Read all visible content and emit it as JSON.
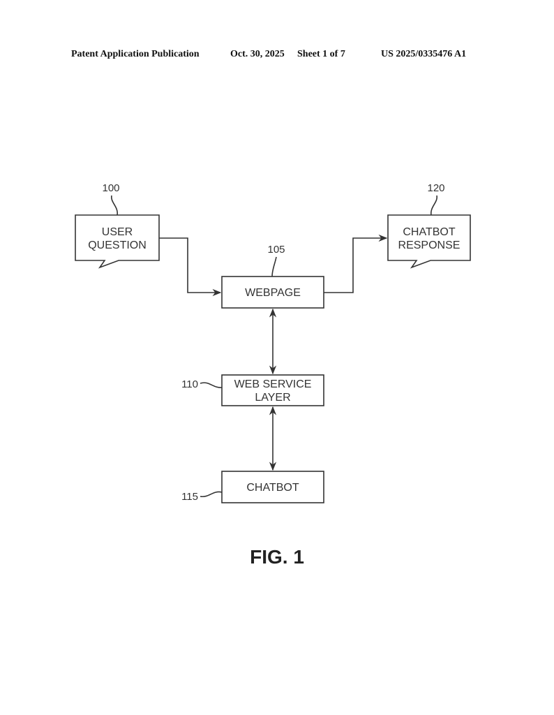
{
  "header": {
    "publication": "Patent Application Publication",
    "date": "Oct. 30, 2025",
    "sheet": "Sheet 1 of 7",
    "number": "US 2025/0335476 A1"
  },
  "diagram": {
    "nodes": {
      "user_question": {
        "ref": "100",
        "line1": "USER",
        "line2": "QUESTION"
      },
      "webpage": {
        "ref": "105",
        "line1": "WEBPAGE"
      },
      "web_service_layer": {
        "ref": "110",
        "line1": "WEB SERVICE",
        "line2": "LAYER"
      },
      "chatbot": {
        "ref": "115",
        "line1": "CHATBOT"
      },
      "chatbot_response": {
        "ref": "120",
        "line1": "CHATBOT",
        "line2": "RESPONSE"
      }
    },
    "edges": [
      {
        "from": "user_question",
        "to": "webpage",
        "direction": "one-way"
      },
      {
        "from": "webpage",
        "to": "chatbot_response",
        "direction": "one-way"
      },
      {
        "from": "webpage",
        "to": "web_service_layer",
        "direction": "bidirectional"
      },
      {
        "from": "web_service_layer",
        "to": "chatbot",
        "direction": "bidirectional"
      }
    ]
  },
  "caption": "FIG. 1"
}
